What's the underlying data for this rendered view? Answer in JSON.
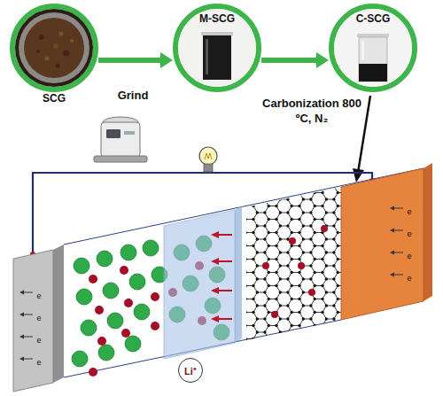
{
  "diagram": {
    "nodes": [
      {
        "text": [
          "SCG"
        ]
      },
      {
        "text": [
          "M-SCG"
        ]
      },
      {
        "text": [
          "C-SCG"
        ]
      },
      {
        "text": [
          "Li⁺"
        ]
      }
    ],
    "edges": [
      {
        "from": 0,
        "to": 1,
        "arrow": "to",
        "label": "Grind"
      },
      {
        "from": 1,
        "to": 2,
        "arrow": "to",
        "label": "Carbonization 800 ºC, N₂"
      }
    ],
    "labels": [
      "e",
      "e",
      "e",
      "e",
      "e",
      "e",
      "e",
      "e"
    ]
  }
}
